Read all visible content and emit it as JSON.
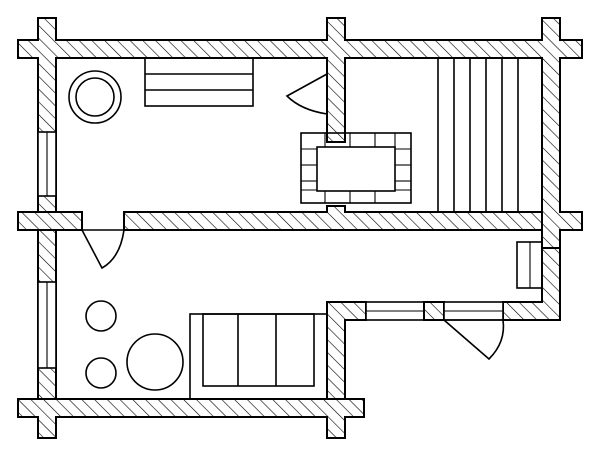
{
  "drawing": {
    "type": "floor-plan",
    "style": "line-drawing",
    "wall_fill": "diagonal-hatch",
    "line_color": "#000000",
    "background_color": "#ffffff",
    "labels": []
  },
  "rooms": [
    {
      "id": "upper-left-room",
      "fixtures": [
        "round-basin",
        "bench",
        "door-swing",
        "stove"
      ]
    },
    {
      "id": "upper-right-room",
      "fixtures": [
        "slatted-bench"
      ]
    },
    {
      "id": "lower-left-room",
      "fixtures": [
        "door-swing",
        "round-stool",
        "round-stool",
        "round-tub",
        "bench"
      ]
    },
    {
      "id": "lower-corridor",
      "fixtures": [
        "wall-cabinet",
        "window",
        "exterior-door"
      ]
    }
  ]
}
